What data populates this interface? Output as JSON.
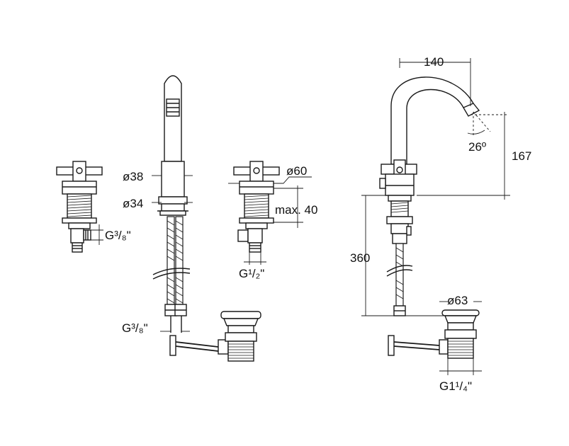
{
  "labels": {
    "dia38": "ø38",
    "dia34": "ø34",
    "dia60": "ø60",
    "max40": "max. 40",
    "g38_left": "G³/₈\"",
    "g38_bottom": "G³/₈\"",
    "g12": "G¹/₂\"",
    "dim140": "140",
    "angle26": "26º",
    "dim167": "167",
    "dim360": "360",
    "dia63": "ø63",
    "g114": "G1¹/₄\""
  }
}
